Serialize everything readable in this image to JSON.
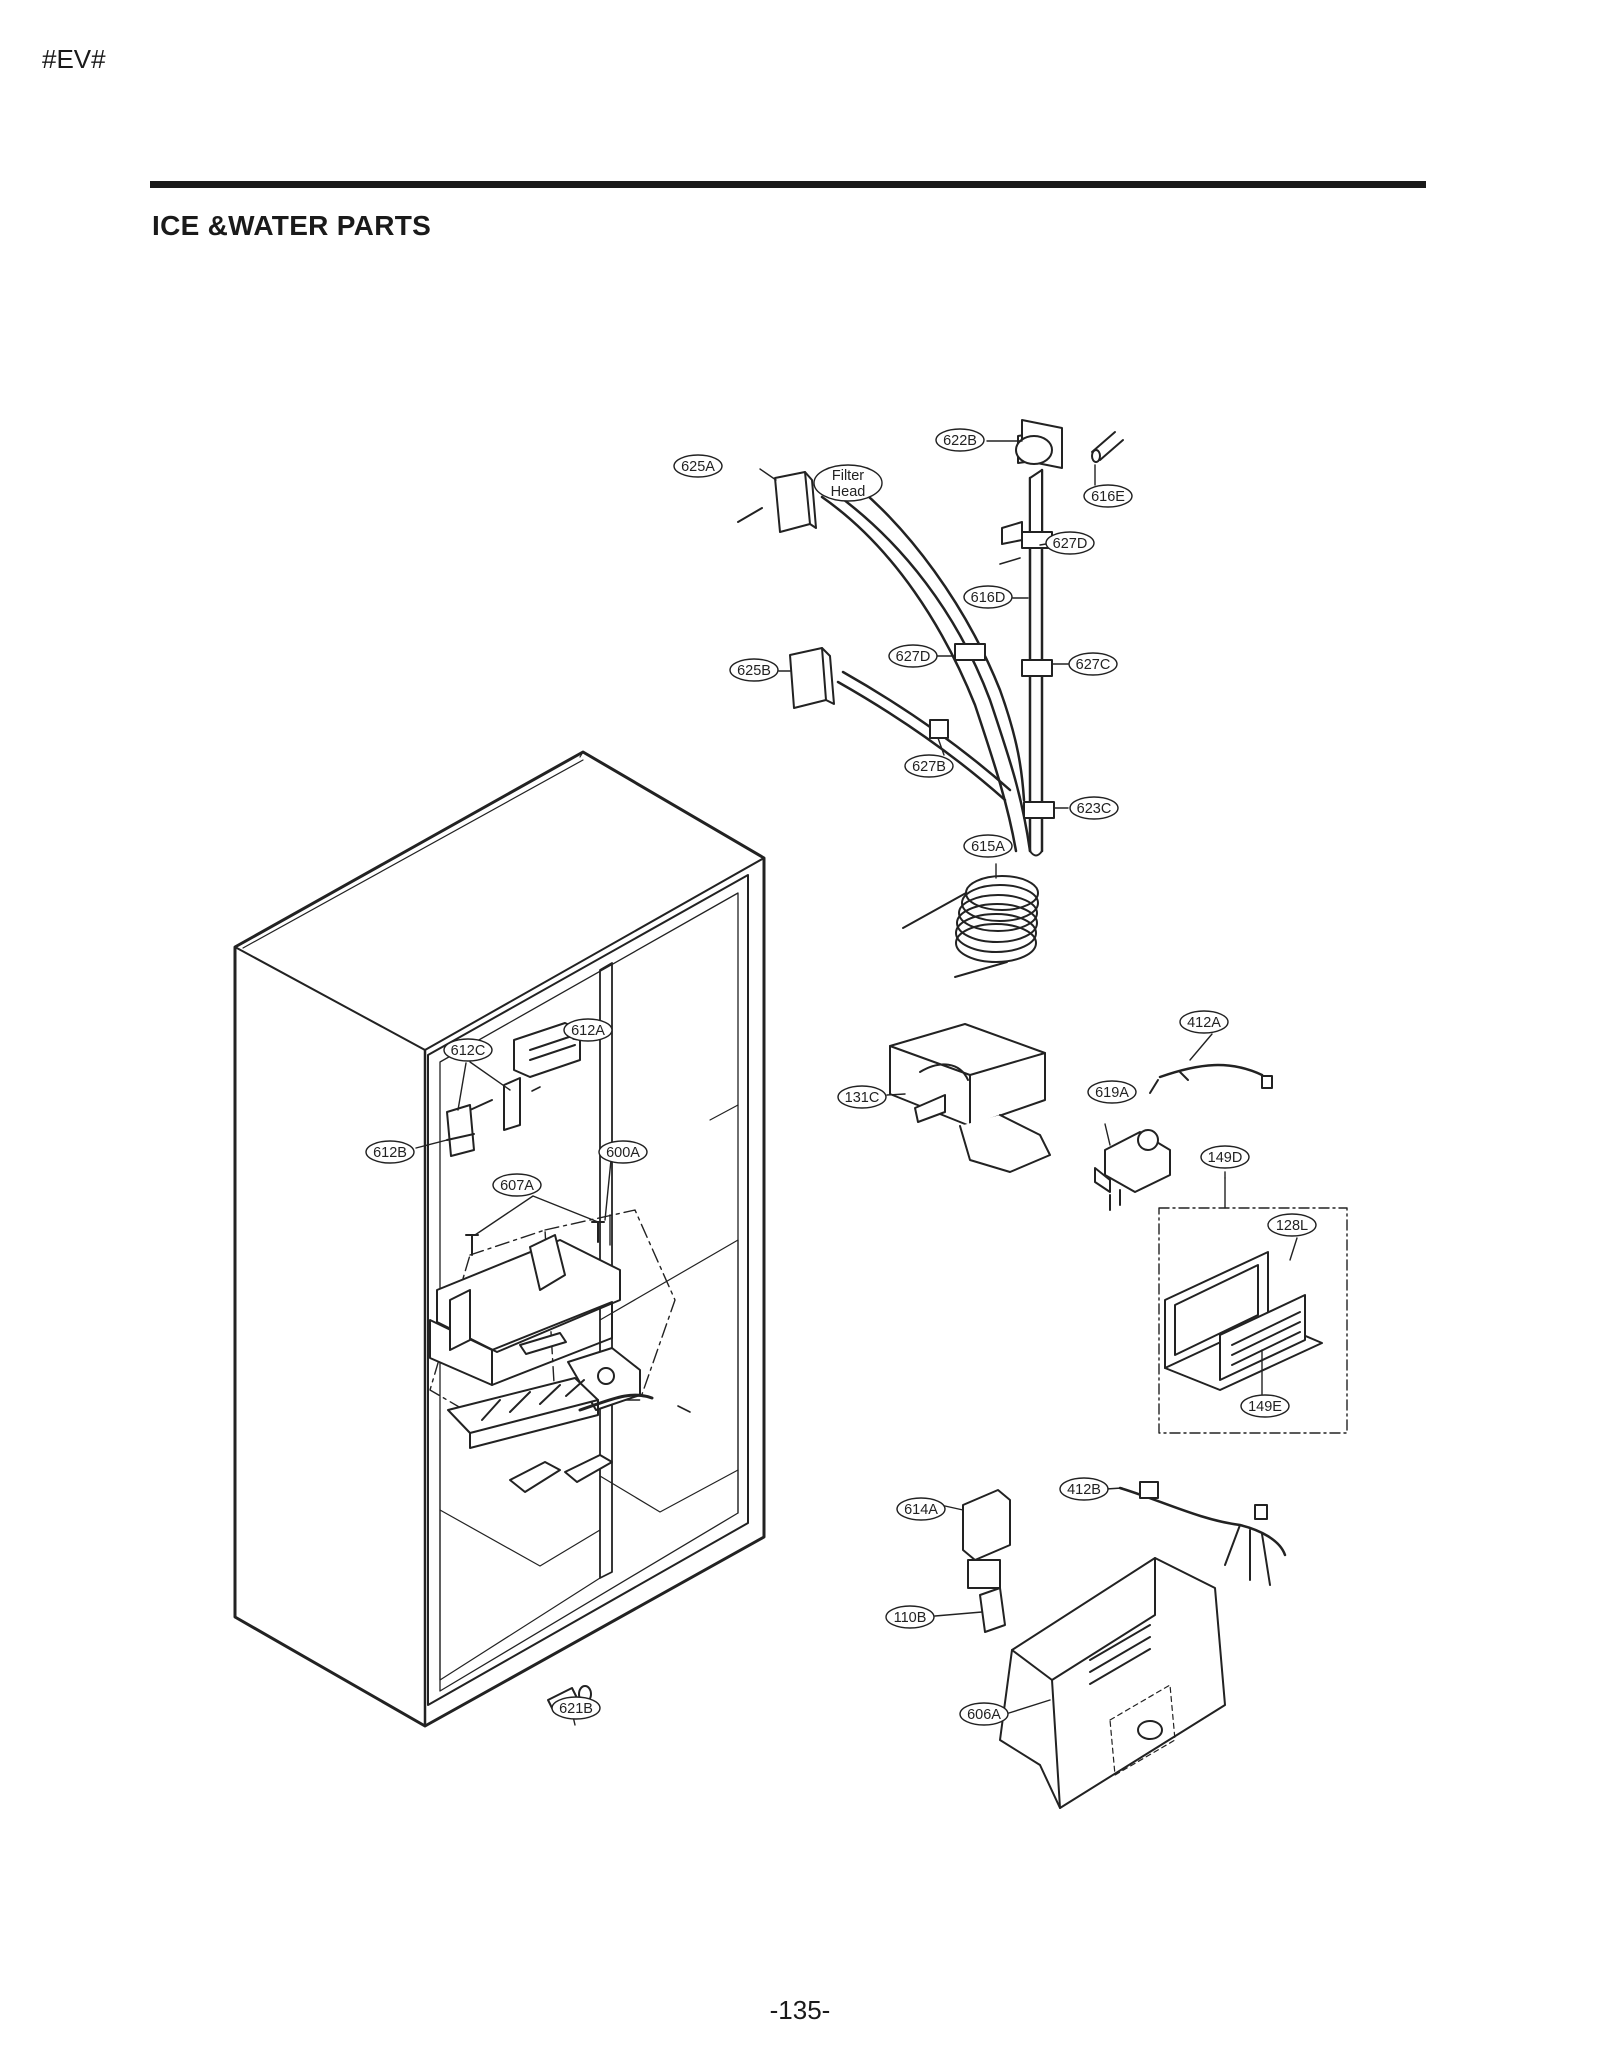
{
  "header": {
    "doc_code": "#EV#"
  },
  "section": {
    "title": "ICE &WATER PARTS"
  },
  "footer": {
    "page_number": "-135-"
  },
  "callouts": [
    {
      "key": "622B",
      "label": "622B"
    },
    {
      "key": "625A",
      "label": "625A"
    },
    {
      "key": "filter-head",
      "label": "Filter Head",
      "lines": [
        "Filter",
        "Head"
      ]
    },
    {
      "key": "616E",
      "label": "616E"
    },
    {
      "key": "627D-top",
      "label": "627D"
    },
    {
      "key": "616D",
      "label": "616D"
    },
    {
      "key": "627D-mid",
      "label": "627D"
    },
    {
      "key": "625B",
      "label": "625B"
    },
    {
      "key": "627C",
      "label": "627C"
    },
    {
      "key": "627B",
      "label": "627B"
    },
    {
      "key": "623C",
      "label": "623C"
    },
    {
      "key": "615A",
      "label": "615A"
    },
    {
      "key": "612A",
      "label": "612A"
    },
    {
      "key": "612C",
      "label": "612C"
    },
    {
      "key": "412A",
      "label": "412A"
    },
    {
      "key": "131C",
      "label": "131C"
    },
    {
      "key": "619A",
      "label": "619A"
    },
    {
      "key": "612B",
      "label": "612B"
    },
    {
      "key": "600A",
      "label": "600A"
    },
    {
      "key": "149D",
      "label": "149D"
    },
    {
      "key": "607A",
      "label": "607A"
    },
    {
      "key": "128L",
      "label": "128L"
    },
    {
      "key": "149E",
      "label": "149E"
    },
    {
      "key": "412B",
      "label": "412B"
    },
    {
      "key": "614A",
      "label": "614A"
    },
    {
      "key": "110B",
      "label": "110B"
    },
    {
      "key": "621B",
      "label": "621B"
    },
    {
      "key": "606A",
      "label": "606A"
    }
  ]
}
